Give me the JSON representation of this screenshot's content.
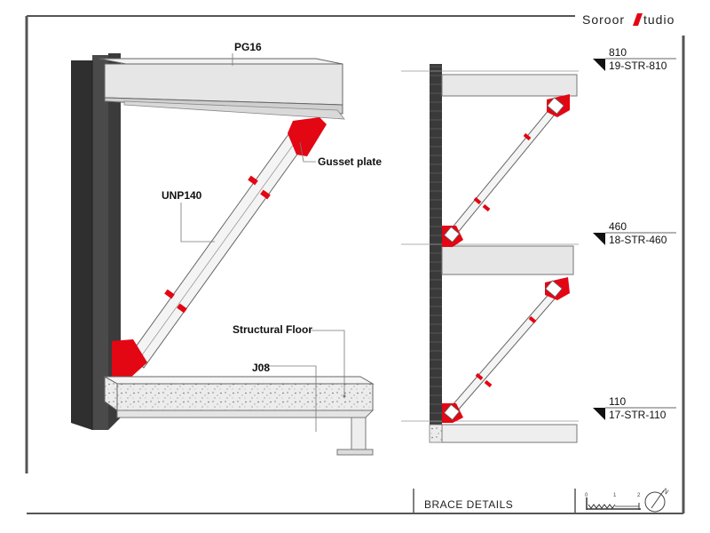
{
  "brand": {
    "left": "Soroor",
    "right": "tudio"
  },
  "title_block": {
    "title": "BRACE DETAILS"
  },
  "isometric": {
    "labels": {
      "beam": "PG16",
      "gusset": "Gusset plate",
      "brace": "UNP140",
      "floor": "Structural Floor",
      "joist": "J08"
    }
  },
  "elevation": {
    "levels": [
      {
        "elevation": "810",
        "tag": "19-STR-810"
      },
      {
        "elevation": "460",
        "tag": "18-STR-460"
      },
      {
        "elevation": "110",
        "tag": "17-STR-110"
      }
    ]
  },
  "scale_bar": {
    "ticks": [
      "0",
      "1",
      "2"
    ]
  },
  "north_arrow": {
    "letter": "N"
  },
  "colors": {
    "gusset": "#e30613",
    "column": "#3a3a3a",
    "line": "#555555",
    "brand_accent": "#e30613"
  }
}
